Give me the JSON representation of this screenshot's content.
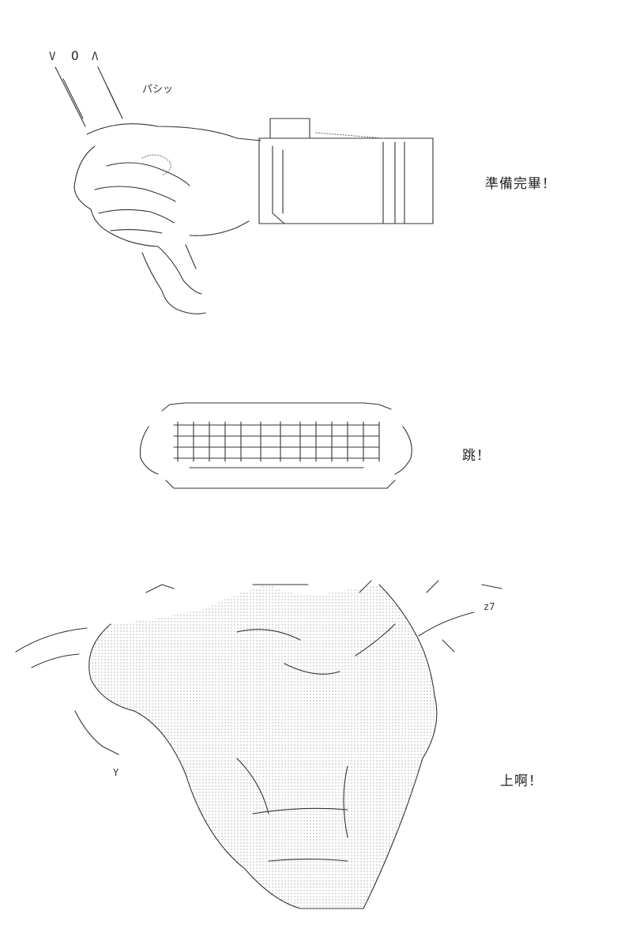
{
  "panels": [
    {
      "id": "panel-camera",
      "caption": "準備完畢！",
      "sfx": "パシッ",
      "art_glyphs": [
        "V",
        "O",
        "Λ"
      ]
    },
    {
      "id": "panel-jump",
      "caption": "跳！"
    },
    {
      "id": "panel-charge",
      "caption": "上啊！",
      "art_glyphs": [
        "z7",
        "Y"
      ]
    }
  ],
  "colors": {
    "ink": "#333333",
    "background": "#ffffff"
  }
}
